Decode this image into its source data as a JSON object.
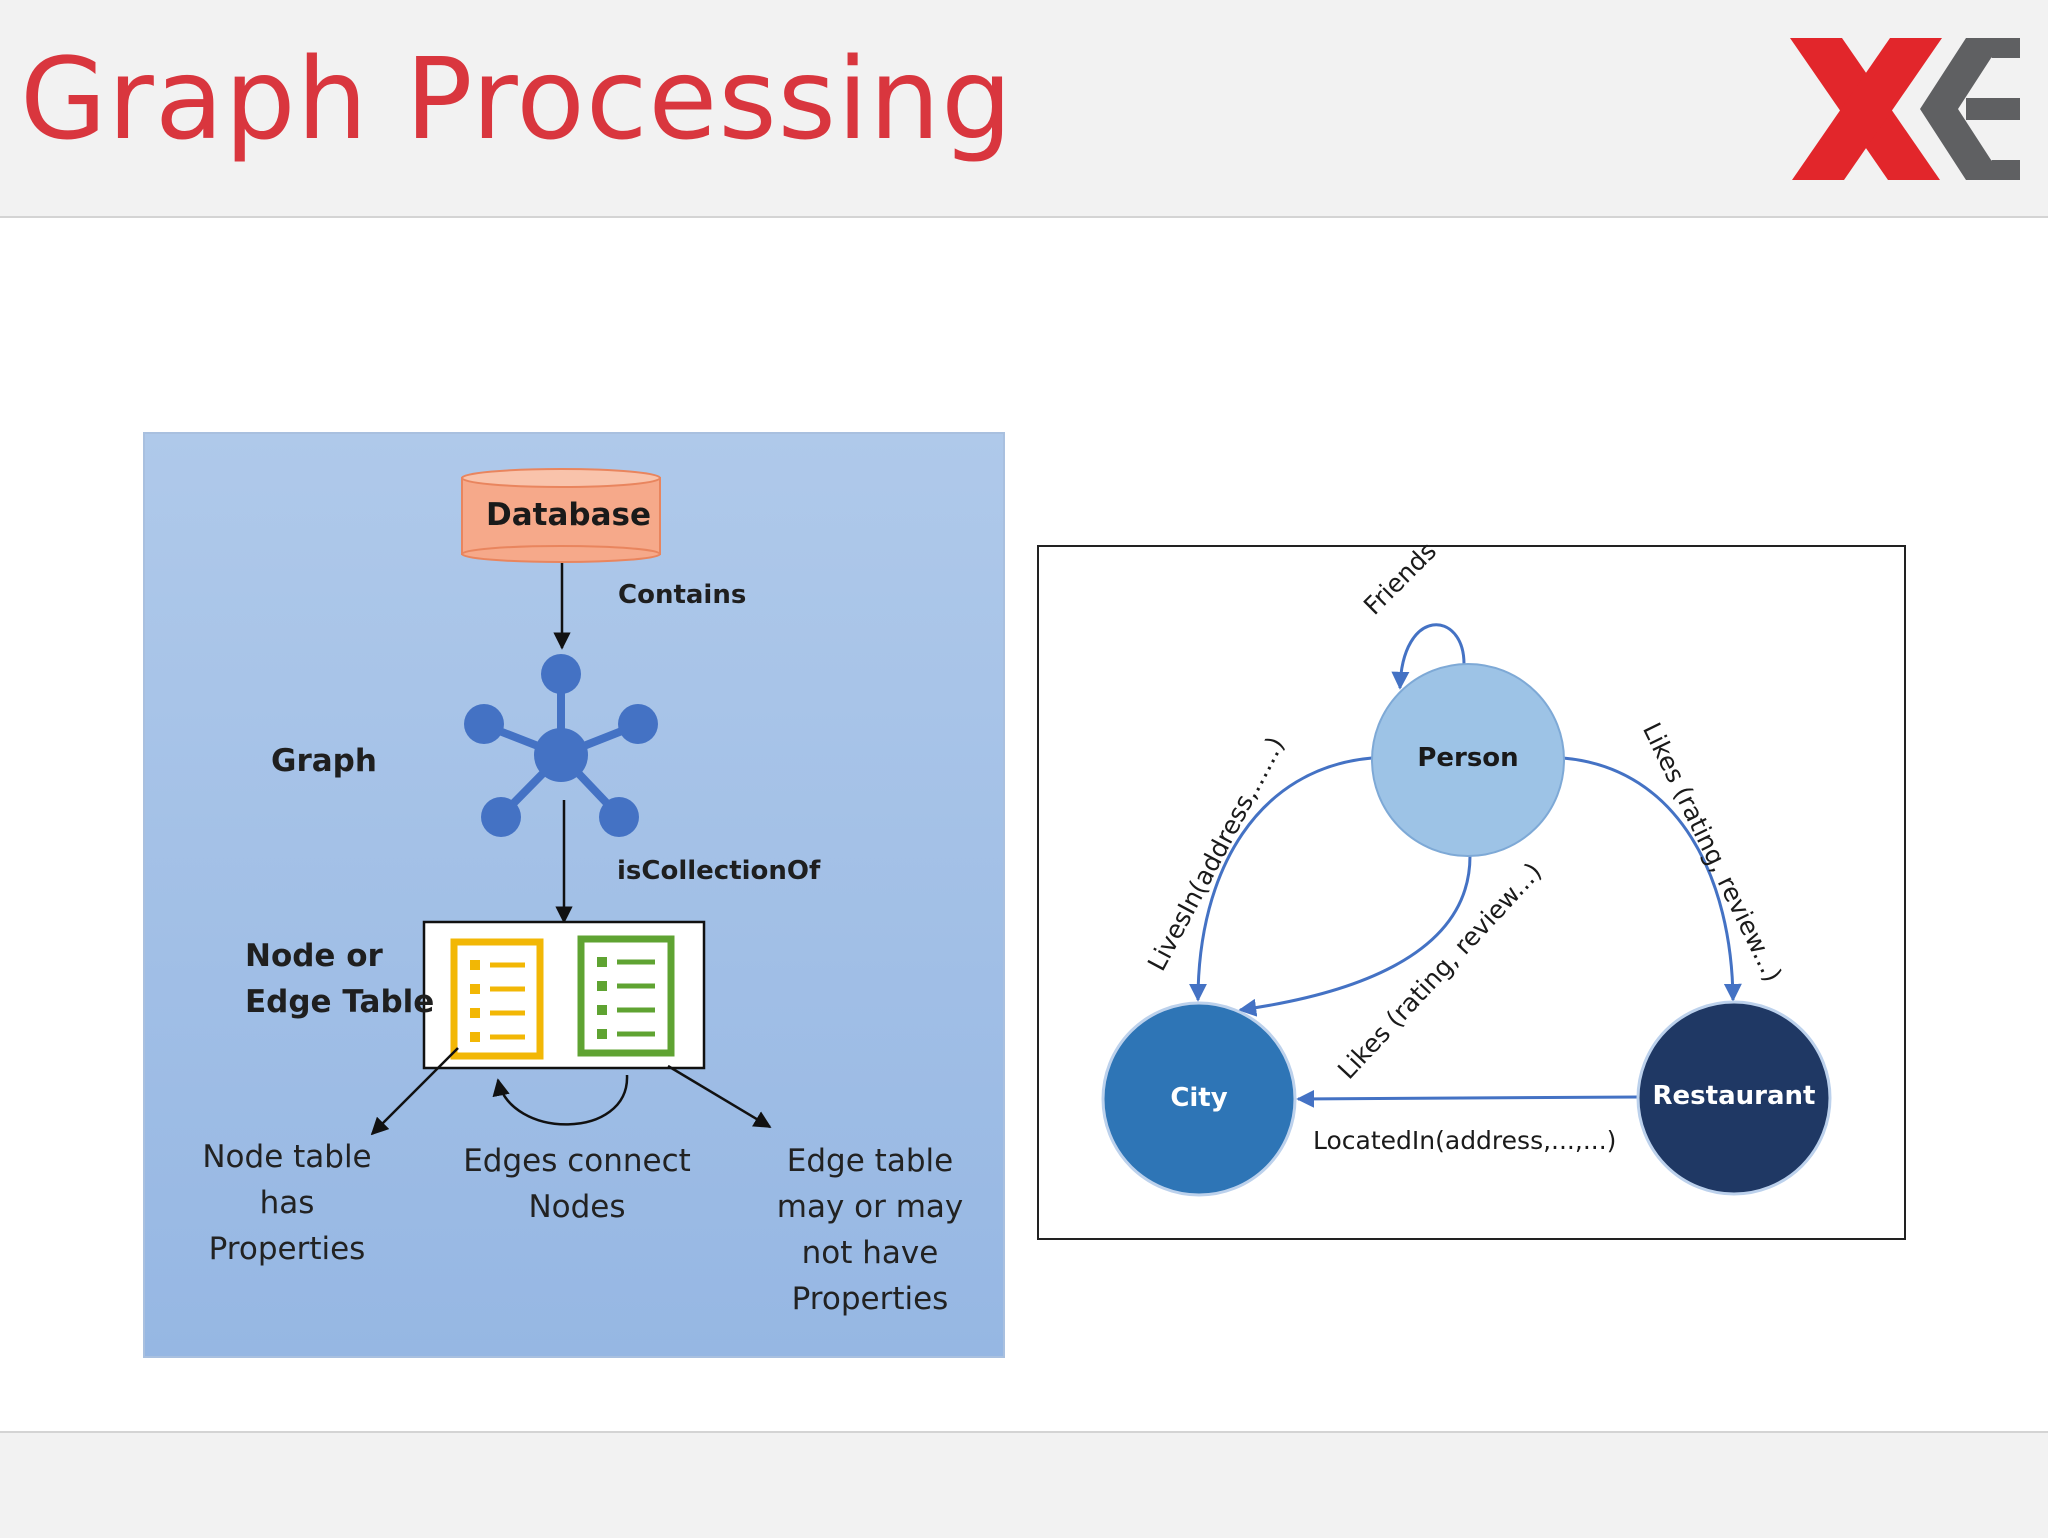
{
  "slide": {
    "title": "Graph Processing"
  },
  "colors": {
    "title_red": "#d9363e",
    "logo_red": "#e2262b",
    "logo_gray": "#5f6062",
    "panel_blue": "#a7c3e8",
    "graph_blue": "#4472c4",
    "database_fill": "#f6a98a",
    "node_table_yellow": "#f2b705",
    "edge_table_green": "#5fa332",
    "person_fill": "#9dc3e6",
    "city_fill": "#2e75b6",
    "restaurant_fill": "#1f3864",
    "edge_blue": "#4472c4"
  },
  "schema_diagram": {
    "database": "Database",
    "contains": "Contains",
    "graph": "Graph",
    "is_collection_of": "isCollectionOf",
    "node_or_edge_line1": "Node or",
    "node_or_edge_line2": "Edge Table",
    "node_table_note": [
      "Node table",
      "has",
      "Properties"
    ],
    "edges_connect_note": [
      "Edges connect",
      "Nodes"
    ],
    "edge_table_note": [
      "Edge table",
      "may or may",
      "not have",
      "Properties"
    ]
  },
  "example_graph": {
    "nodes": {
      "person": "Person",
      "city": "City",
      "restaurant": "Restaurant"
    },
    "edges": {
      "friends": "Friends",
      "lives_in": "LivesIn(address,......)",
      "likes_person_city": "Likes (rating, review...)",
      "likes_person_restaurant": "Likes (rating, review...)",
      "located_in": "LocatedIn(address,...,...)"
    }
  }
}
